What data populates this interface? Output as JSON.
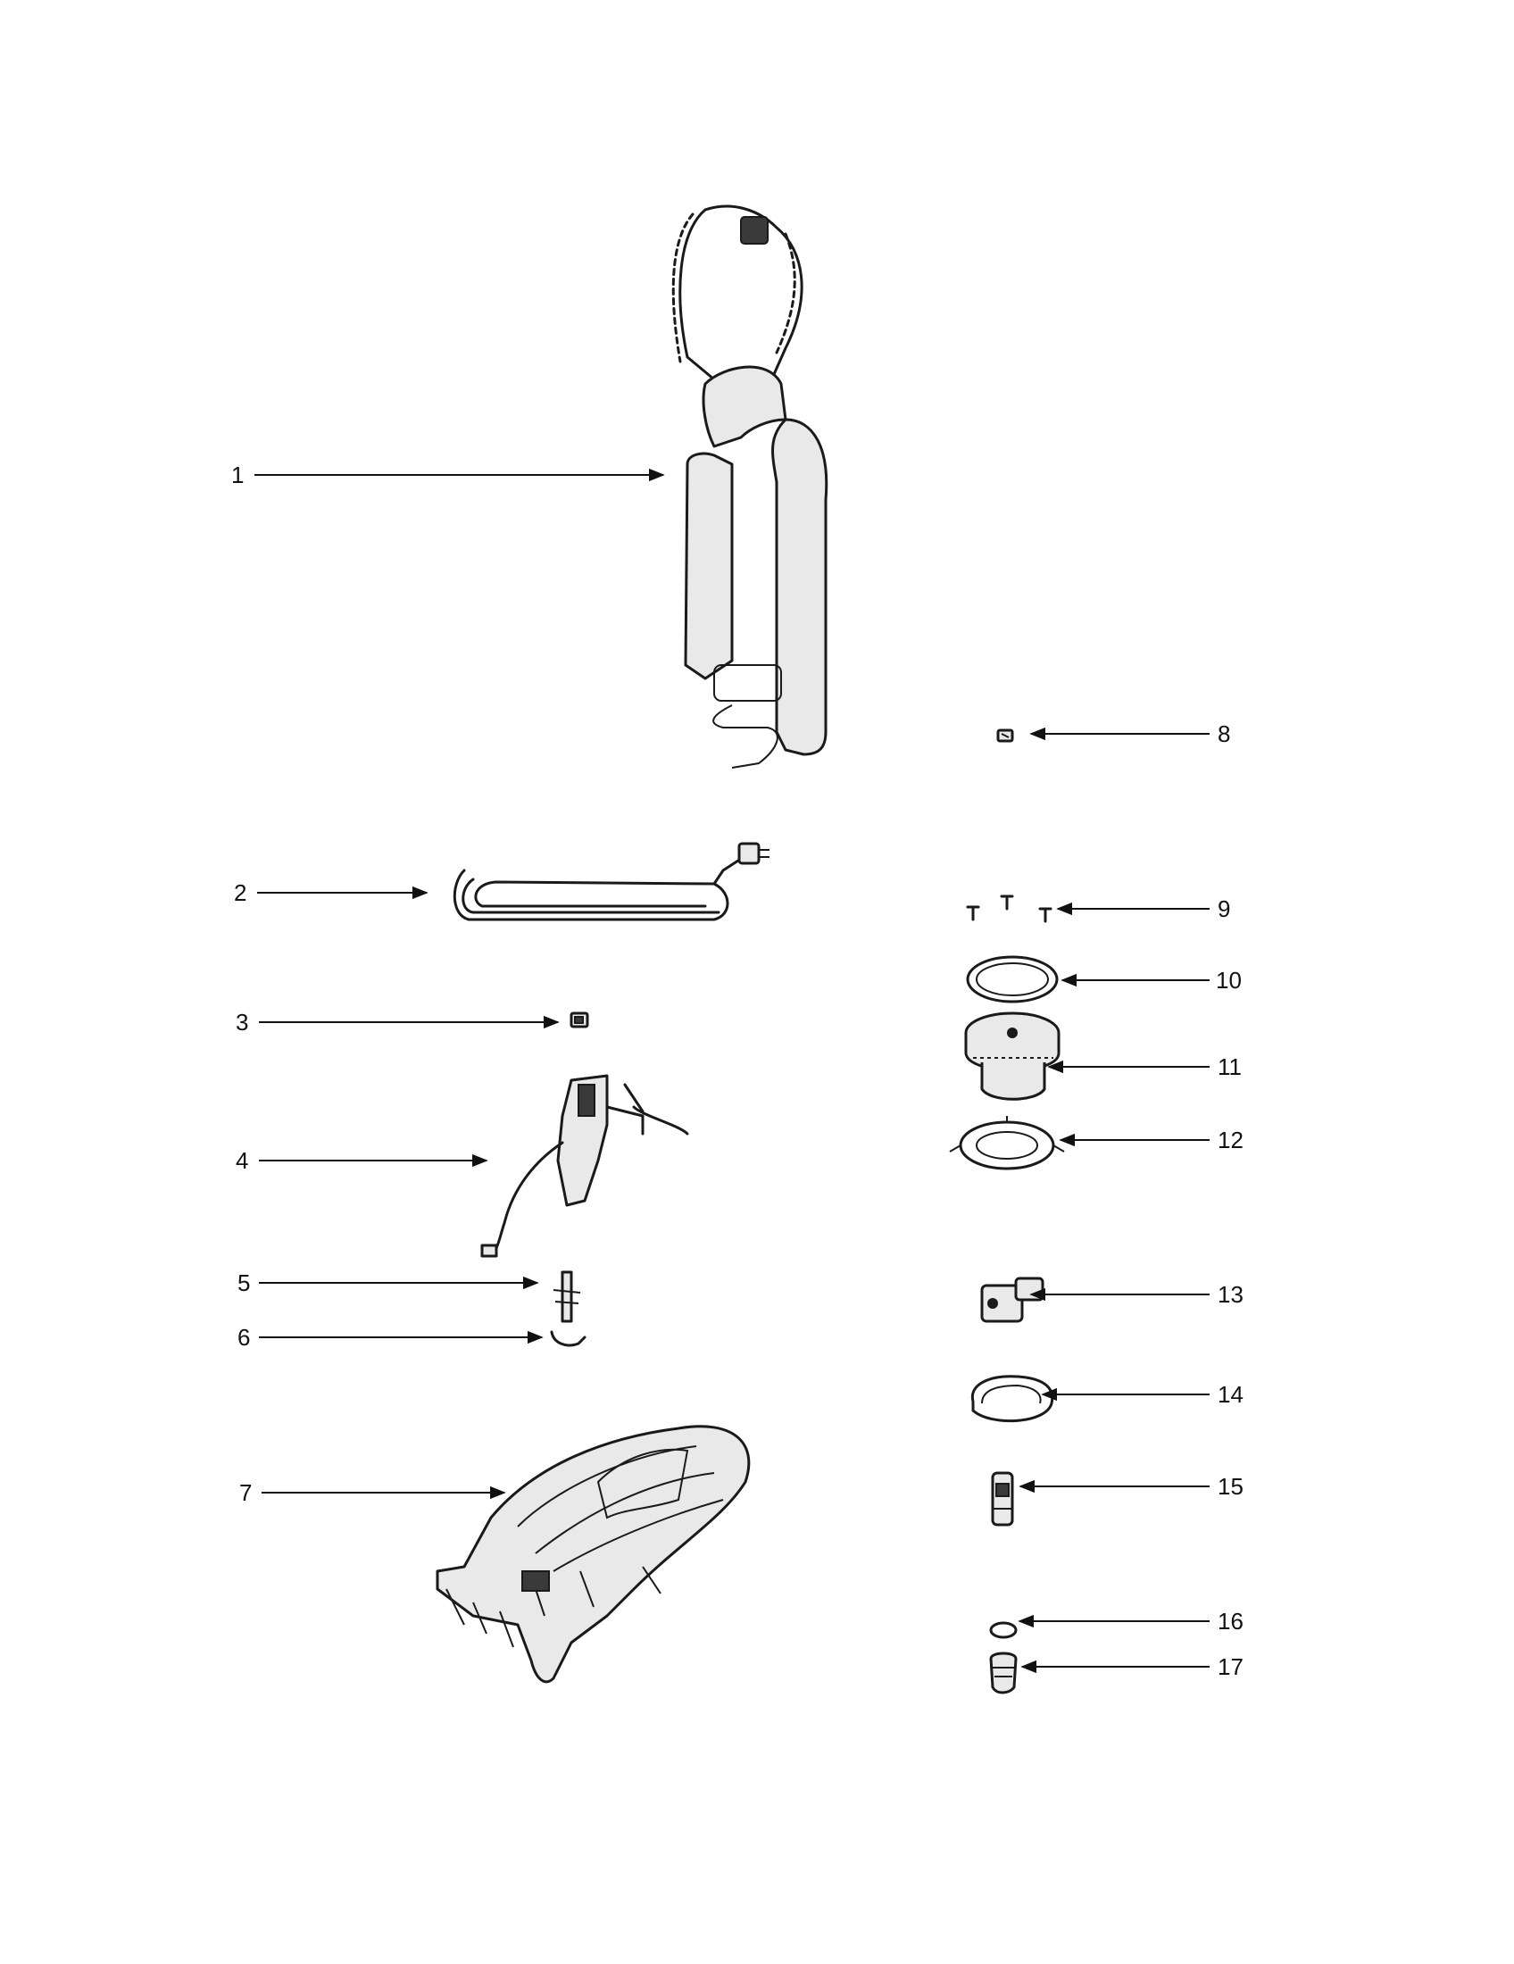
{
  "diagram": {
    "type": "exploded-parts-view",
    "callouts": [
      {
        "number": "1"
      },
      {
        "number": "2"
      },
      {
        "number": "3"
      },
      {
        "number": "4"
      },
      {
        "number": "5"
      },
      {
        "number": "6"
      },
      {
        "number": "7"
      },
      {
        "number": "8"
      },
      {
        "number": "9"
      },
      {
        "number": "10"
      },
      {
        "number": "11"
      },
      {
        "number": "12"
      },
      {
        "number": "13"
      },
      {
        "number": "14"
      },
      {
        "number": "15"
      },
      {
        "number": "16"
      },
      {
        "number": "17"
      }
    ]
  }
}
